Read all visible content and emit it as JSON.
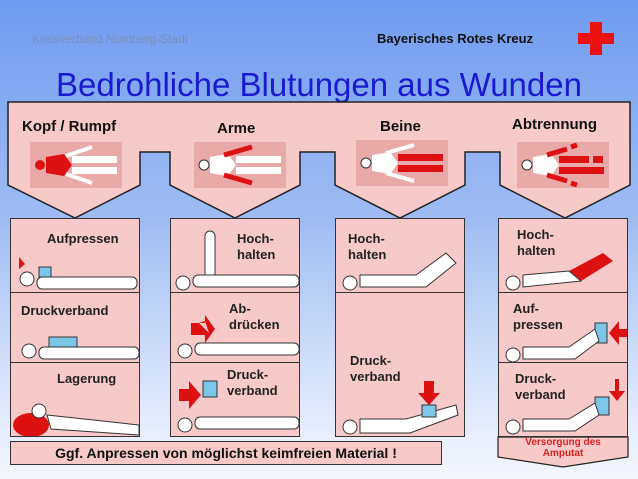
{
  "header": {
    "organization": "Kreisverband Nürnberg-Stadt",
    "brand": "Bayerisches Rotes Kreuz",
    "title": "Bedrohliche Blutungen aus Wunden"
  },
  "colors": {
    "title": "#1a1ad0",
    "panel": "#f7c9c9",
    "wound": "#dd1111",
    "cross": "#ee1111"
  },
  "categories": [
    {
      "label": "Kopf / Rumpf",
      "steps": [
        "Aufpressen",
        "Druckverband",
        "Lagerung"
      ]
    },
    {
      "label": "Arme",
      "steps": [
        "Hoch-\nhalten",
        "Ab-\ndrücken",
        "Druck-\nverband"
      ]
    },
    {
      "label": "Beine",
      "steps": [
        "Hoch-\nhalten",
        "Druck-\nverband"
      ]
    },
    {
      "label": "Abtrennung",
      "steps": [
        "Hoch-\nhalten",
        "Auf-\npressen",
        "Druck-\nverband"
      ]
    }
  ],
  "footer": {
    "note": "Ggf. Anpressen von möglichst keimfreien Material !",
    "amputat": "Versorgung des\nAmputat"
  }
}
